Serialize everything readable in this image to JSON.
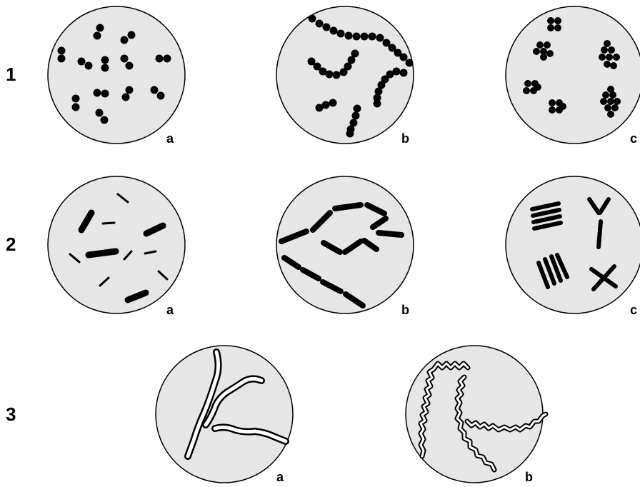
{
  "row_labels": [
    "1",
    "2",
    "3"
  ],
  "panel_labels": {
    "r1a": "a",
    "r1b": "b",
    "r1c": "c",
    "r2a": "a",
    "r2b": "b",
    "r2c": "c",
    "r3a": "a",
    "r3b": "b"
  },
  "colors": {
    "dish_fill": "#e6e6e6",
    "ink": "#000000",
    "cell_white": "#ffffff"
  }
}
